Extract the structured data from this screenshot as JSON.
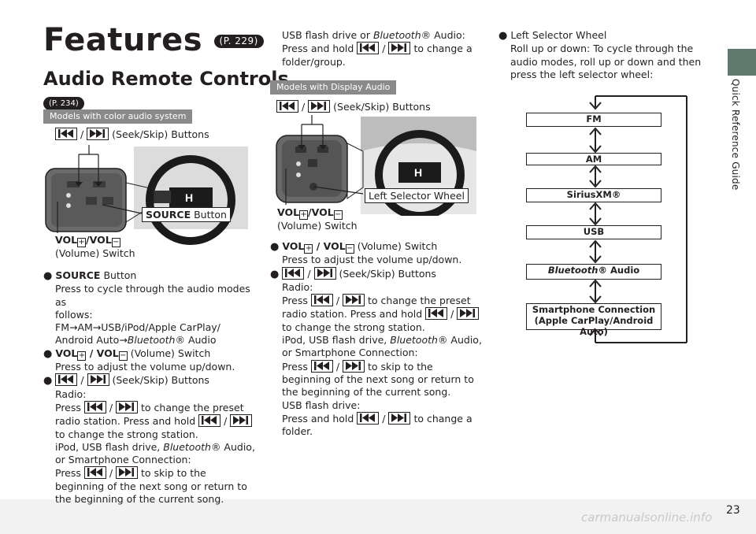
{
  "page": {
    "side_title": "Quick Reference Guide",
    "page_number": "23",
    "watermark": "carmanualsonline.info",
    "title": "Features",
    "title_ref": "(P. 229)",
    "section_title": "Audio Remote Controls",
    "section_ref": "(P. 234)"
  },
  "col1": {
    "model_tag": "Models with color audio system",
    "seek_caption": " (Seek/Skip) Buttons",
    "source_callout_bold": "SOURCE",
    "source_callout_rest": " Button",
    "vol_label_1": "VOL",
    "vol_label_2": "/VOL",
    "vol_label_3": "(Volume) Switch",
    "b1_title": "SOURCE",
    "b1_title_rest": " Button",
    "b1_line1": "Press to cycle through the audio modes as",
    "b1_line2": "follows:",
    "b1_line3": "FM→AM→USB/iPod/Apple CarPlay/",
    "b1_line4a": "Android Auto→",
    "b1_line4b": "Bluetooth",
    "b1_line4c": "®  Audio",
    "b2_title_a": "VOL",
    "b2_title_b": " / VOL",
    "b2_title_c": " (Volume) Switch",
    "b2_line1": "Press to adjust the volume up/down.",
    "b3_title": " (Seek/Skip) Buttons",
    "b3_l1": "Radio:",
    "b3_l2a": "Press ",
    "b3_l2b": " to change the preset",
    "b3_l3a": "radio station. Press and hold ",
    "b3_l4": "to change the strong station.",
    "b3_l5a": "iPod, USB flash drive, ",
    "b3_l5b": "Bluetooth",
    "b3_l5c": "® Audio,",
    "b3_l6": "or Smartphone Connection:",
    "b3_l7a": "Press ",
    "b3_l7b": " to skip to the",
    "b3_l8": "beginning of the next song or return to",
    "b3_l9": "the beginning of the current song."
  },
  "col2": {
    "top_l1a": "USB flash drive or ",
    "top_l1b": "Bluetooth",
    "top_l1c": "® Audio:",
    "top_l2a": "Press and hold ",
    "top_l2b": " to change a",
    "top_l3": "folder/group.",
    "model_tag": "Models with Display Audio",
    "seek_caption": " (Seek/Skip) Buttons",
    "left_wheel_callout": "Left Selector Wheel",
    "vol_label_1": "VOL",
    "vol_label_2": "/VOL",
    "vol_label_3": "(Volume) Switch",
    "b1_title_a": "VOL",
    "b1_title_b": " / VOL",
    "b1_title_c": " (Volume) Switch",
    "b1_line1": "Press to adjust the volume up/down.",
    "b2_title": " (Seek/Skip) Buttons",
    "b2_l1": "Radio:",
    "b2_l2a": "Press ",
    "b2_l2b": " to change the preset",
    "b2_l3a": "radio station. Press and hold ",
    "b2_l4": "to change the strong station.",
    "b2_l5a": "iPod, USB flash drive, ",
    "b2_l5b": "Bluetooth",
    "b2_l5c": "® Audio,",
    "b2_l6": "or Smartphone Connection:",
    "b2_l7a": "Press ",
    "b2_l7b": " to skip to the",
    "b2_l8": "beginning of the next song or return to",
    "b2_l9": "the beginning of the current song.",
    "b2_l10": "USB flash drive:",
    "b2_l11a": "Press and hold ",
    "b2_l11b": " to change a",
    "b2_l12": "folder."
  },
  "col3": {
    "b1_title": "Left Selector Wheel",
    "b1_l1": "Roll up or down: To cycle through the",
    "b1_l2": "audio modes, roll up or down and then",
    "b1_l3": "press the left selector wheel:",
    "flow": {
      "fm": "FM",
      "am": "AM",
      "siriusxm": "SiriusXM®",
      "usb": "USB",
      "bt_a": "Bluetooth",
      "bt_b": "® Audio",
      "phone_l1": "Smartphone Connection",
      "phone_l2": "(Apple CarPlay/Android Auto)"
    }
  },
  "symbols": {
    "plus": "+",
    "minus": "−",
    "slash": " / ",
    "bullet": "●"
  },
  "colors": {
    "side_tab": "#5f7a6e",
    "model_tag": "#8a8a8a",
    "text": "#231f20",
    "band": "#f2f2f2"
  }
}
